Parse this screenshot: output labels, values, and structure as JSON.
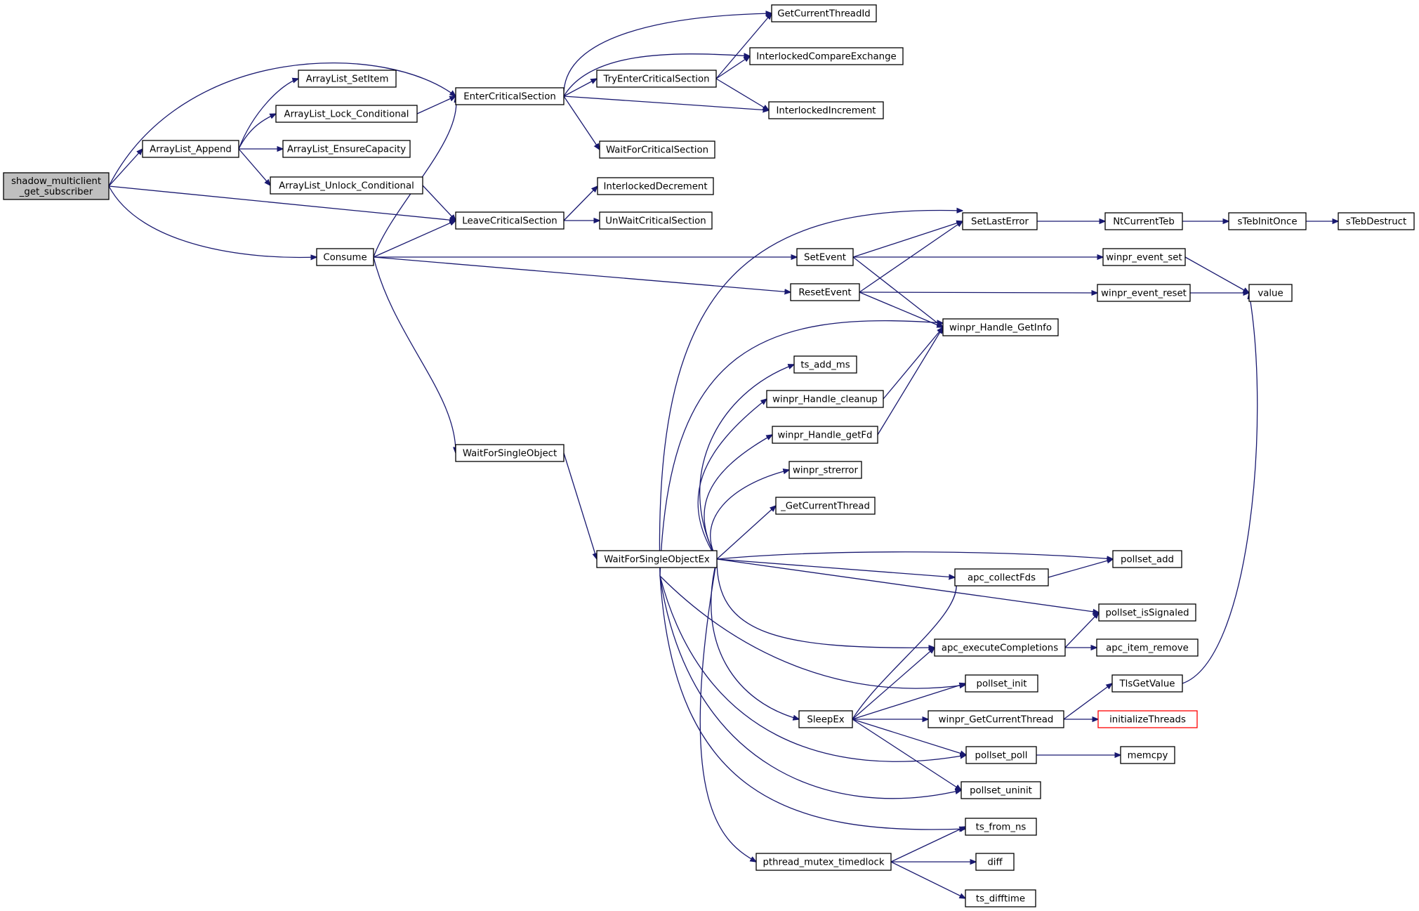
{
  "root": "shadow_multiclient_get_subscriber",
  "nodes": {
    "root": [
      "shadow_multiclient",
      "_get_subscriber"
    ],
    "arraylist_append": "ArrayList_Append",
    "consume": "Consume",
    "arraylist_setitem": "ArrayList_SetItem",
    "arraylist_lock_conditional": "ArrayList_Lock_Conditional",
    "arraylist_ensurecapacity": "ArrayList_EnsureCapacity",
    "arraylist_unlock_conditional": "ArrayList_Unlock_Conditional",
    "entercriticalsection": "EnterCriticalSection",
    "leavecriticalsection": "LeaveCriticalSection",
    "waitforsingleobject": "WaitForSingleObject",
    "getcurrentthreadid": "GetCurrentThreadId",
    "trhentercriticalsection": "TryEnterCriticalSection",
    "interlockedcompareexchange": "InterlockedCompareExchange",
    "interlockedincrement": "InterlockedIncrement",
    "waitforcriticalsection": "WaitForCriticalSection",
    "interlockeddecrement": "InterlockedDecrement",
    "unwaitcriticalsection": "UnWaitCriticalSection",
    "setevent": "SetEvent",
    "resetevent": "ResetEvent",
    "setlasterror": "SetLastError",
    "ntcurrentteb": "NtCurrentTeb",
    "stebinitonce": "sTebInitOnce",
    "stebdestruct": "sTebDestruct",
    "winpr_event_set": "winpr_event_set",
    "winpr_event_reset": "winpr_event_reset",
    "value": "value",
    "winpr_handle_getinfo": "winpr_Handle_GetInfo",
    "ts_add_ms": "ts_add_ms",
    "winpr_handle_cleanup": "winpr_Handle_cleanup",
    "winpr_handle_getfd": "winpr_Handle_getFd",
    "winpr_strerror": "winpr_strerror",
    "getcurrentthread_": "_GetCurrentThread",
    "waitforsingleobjectex": "WaitForSingleObjectEx",
    "pollset_add": "pollset_add",
    "apc_collectfds": "apc_collectFds",
    "pollset_issignaled": "pollset_isSignaled",
    "apc_executecompletions": "apc_executeCompletions",
    "apc_item_remove": "apc_item_remove",
    "pollset_init": "pollset_init",
    "tlsgetvalue": "TlsGetValue",
    "sleepex": "SleepEx",
    "winpr_getcurrentthread": "winpr_GetCurrentThread",
    "initializethreads": "initializeThreads",
    "pollset_poll": "pollset_poll",
    "memcpy": "memcpy",
    "pollset_uninit": "pollset_uninit",
    "ts_from_ns": "ts_from_ns",
    "pthread_mutex_timedlock": "pthread_mutex_timedlock",
    "diff": "diff",
    "ts_difftime": "ts_difftime"
  },
  "edges": [
    [
      "root",
      "arraylist_append"
    ],
    [
      "root",
      "entercriticalsection"
    ],
    [
      "root",
      "leavecriticalsection"
    ],
    [
      "root",
      "consume"
    ],
    [
      "arraylist_append",
      "arraylist_setitem"
    ],
    [
      "arraylist_append",
      "arraylist_lock_conditional"
    ],
    [
      "arraylist_append",
      "arraylist_ensurecapacity"
    ],
    [
      "arraylist_append",
      "arraylist_unlock_conditional"
    ],
    [
      "arraylist_lock_conditional",
      "entercriticalsection"
    ],
    [
      "arraylist_unlock_conditional",
      "leavecriticalsection"
    ],
    [
      "consume",
      "entercriticalsection"
    ],
    [
      "consume",
      "leavecriticalsection"
    ],
    [
      "consume",
      "setevent"
    ],
    [
      "consume",
      "resetevent"
    ],
    [
      "consume",
      "waitforsingleobject"
    ],
    [
      "entercriticalsection",
      "getcurrentthreadid"
    ],
    [
      "entercriticalsection",
      "interlockedcompareexchange"
    ],
    [
      "entercriticalsection",
      "trhentercriticalsection"
    ],
    [
      "entercriticalsection",
      "interlockedincrement"
    ],
    [
      "entercriticalsection",
      "waitforcriticalsection"
    ],
    [
      "trhentercriticalsection",
      "getcurrentthreadid"
    ],
    [
      "trhentercriticalsection",
      "interlockedcompareexchange"
    ],
    [
      "trhentercriticalsection",
      "interlockedincrement"
    ],
    [
      "leavecriticalsection",
      "interlockeddecrement"
    ],
    [
      "leavecriticalsection",
      "unwaitcriticalsection"
    ],
    [
      "setevent",
      "setlasterror"
    ],
    [
      "setevent",
      "winpr_event_set"
    ],
    [
      "setevent",
      "winpr_handle_getinfo"
    ],
    [
      "resetevent",
      "setlasterror"
    ],
    [
      "resetevent",
      "winpr_event_reset"
    ],
    [
      "resetevent",
      "winpr_handle_getinfo"
    ],
    [
      "setlasterror",
      "ntcurrentteb"
    ],
    [
      "ntcurrentteb",
      "stebinitonce"
    ],
    [
      "stebinitonce",
      "stebdestruct"
    ],
    [
      "winpr_event_set",
      "value"
    ],
    [
      "winpr_event_reset",
      "value"
    ],
    [
      "tlsgetvalue",
      "value"
    ],
    [
      "winpr_handle_cleanup",
      "winpr_handle_getinfo"
    ],
    [
      "winpr_handle_getfd",
      "winpr_handle_getinfo"
    ],
    [
      "waitforsingleobject",
      "waitforsingleobjectex"
    ],
    [
      "waitforsingleobjectex",
      "setlasterror"
    ],
    [
      "waitforsingleobjectex",
      "winpr_handle_getinfo"
    ],
    [
      "waitforsingleobjectex",
      "ts_add_ms"
    ],
    [
      "waitforsingleobjectex",
      "winpr_handle_cleanup"
    ],
    [
      "waitforsingleobjectex",
      "winpr_handle_getfd"
    ],
    [
      "waitforsingleobjectex",
      "winpr_strerror"
    ],
    [
      "waitforsingleobjectex",
      "getcurrentthread_"
    ],
    [
      "waitforsingleobjectex",
      "pollset_add"
    ],
    [
      "waitforsingleobjectex",
      "apc_collectfds"
    ],
    [
      "waitforsingleobjectex",
      "pollset_issignaled"
    ],
    [
      "waitforsingleobjectex",
      "apc_executecompletions"
    ],
    [
      "waitforsingleobjectex",
      "pollset_init"
    ],
    [
      "waitforsingleobjectex",
      "sleepex"
    ],
    [
      "waitforsingleobjectex",
      "pollset_poll"
    ],
    [
      "waitforsingleobjectex",
      "pollset_uninit"
    ],
    [
      "waitforsingleobjectex",
      "ts_from_ns"
    ],
    [
      "waitforsingleobjectex",
      "pthread_mutex_timedlock"
    ],
    [
      "apc_collectfds",
      "pollset_add"
    ],
    [
      "apc_executecompletions",
      "pollset_issignaled"
    ],
    [
      "apc_executecompletions",
      "apc_item_remove"
    ],
    [
      "sleepex",
      "apc_collectfds"
    ],
    [
      "sleepex",
      "apc_executecompletions"
    ],
    [
      "sleepex",
      "pollset_init"
    ],
    [
      "sleepex",
      "winpr_getcurrentthread"
    ],
    [
      "sleepex",
      "pollset_poll"
    ],
    [
      "sleepex",
      "pollset_uninit"
    ],
    [
      "winpr_getcurrentthread",
      "tlsgetvalue"
    ],
    [
      "winpr_getcurrentthread",
      "initializethreads"
    ],
    [
      "pollset_poll",
      "memcpy"
    ],
    [
      "pthread_mutex_timedlock",
      "ts_from_ns"
    ],
    [
      "pthread_mutex_timedlock",
      "diff"
    ],
    [
      "pthread_mutex_timedlock",
      "ts_difftime"
    ]
  ],
  "colors": {
    "edge": "#191970",
    "root_fill": "#bfbfbf",
    "highlight_border": "#ff0000"
  }
}
